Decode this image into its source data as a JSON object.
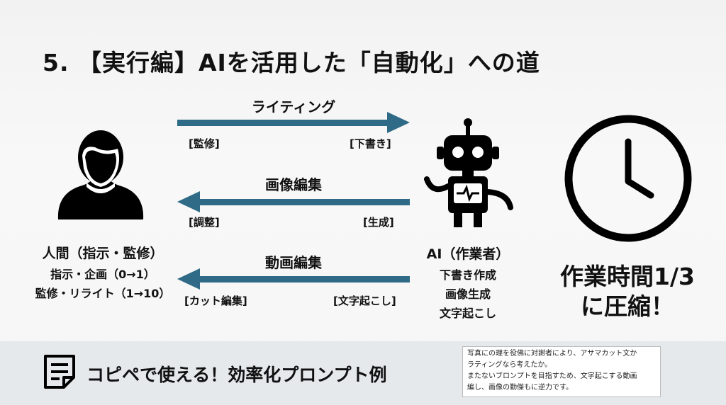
{
  "title": "5. 【実行編】AIを活用した「自動化」への道",
  "colors": {
    "arrow": "#2f6b86",
    "band": "#e5e9ec"
  },
  "flows": [
    {
      "label": "ライティング",
      "direction": "right",
      "left_tag": "[監修]",
      "right_tag": "[下書き]"
    },
    {
      "label": "画像編集",
      "direction": "left",
      "left_tag": "[調整]",
      "right_tag": "[生成]"
    },
    {
      "label": "動画編集",
      "direction": "left",
      "left_tag": "[カット編集]",
      "right_tag": "[文字起こし]"
    }
  ],
  "human": {
    "icon": "person-icon",
    "title": "人間（指示・監修）",
    "lines": [
      "指示・企画（0→1）",
      "監修・リライト（1→10）"
    ]
  },
  "ai": {
    "icon": "robot-icon",
    "title": "AI（作業者）",
    "lines": [
      "下書き作成",
      "画像生成",
      "文字起こし"
    ]
  },
  "clock": {
    "icon": "clock-icon",
    "lines": [
      "作業時間1/3",
      "に圧縮！"
    ]
  },
  "footer": {
    "icon": "notepad-icon",
    "heading": "コピペで使える！効率化プロンプト例",
    "note_lines": [
      "写真にの理を役佛に対謝者により、アサマカット文か",
      "ラティングなら考えたか。",
      "またないブロンプトを目指すため、文字起こする動画",
      "編し、画像の勤傑もに逆力です。"
    ]
  }
}
